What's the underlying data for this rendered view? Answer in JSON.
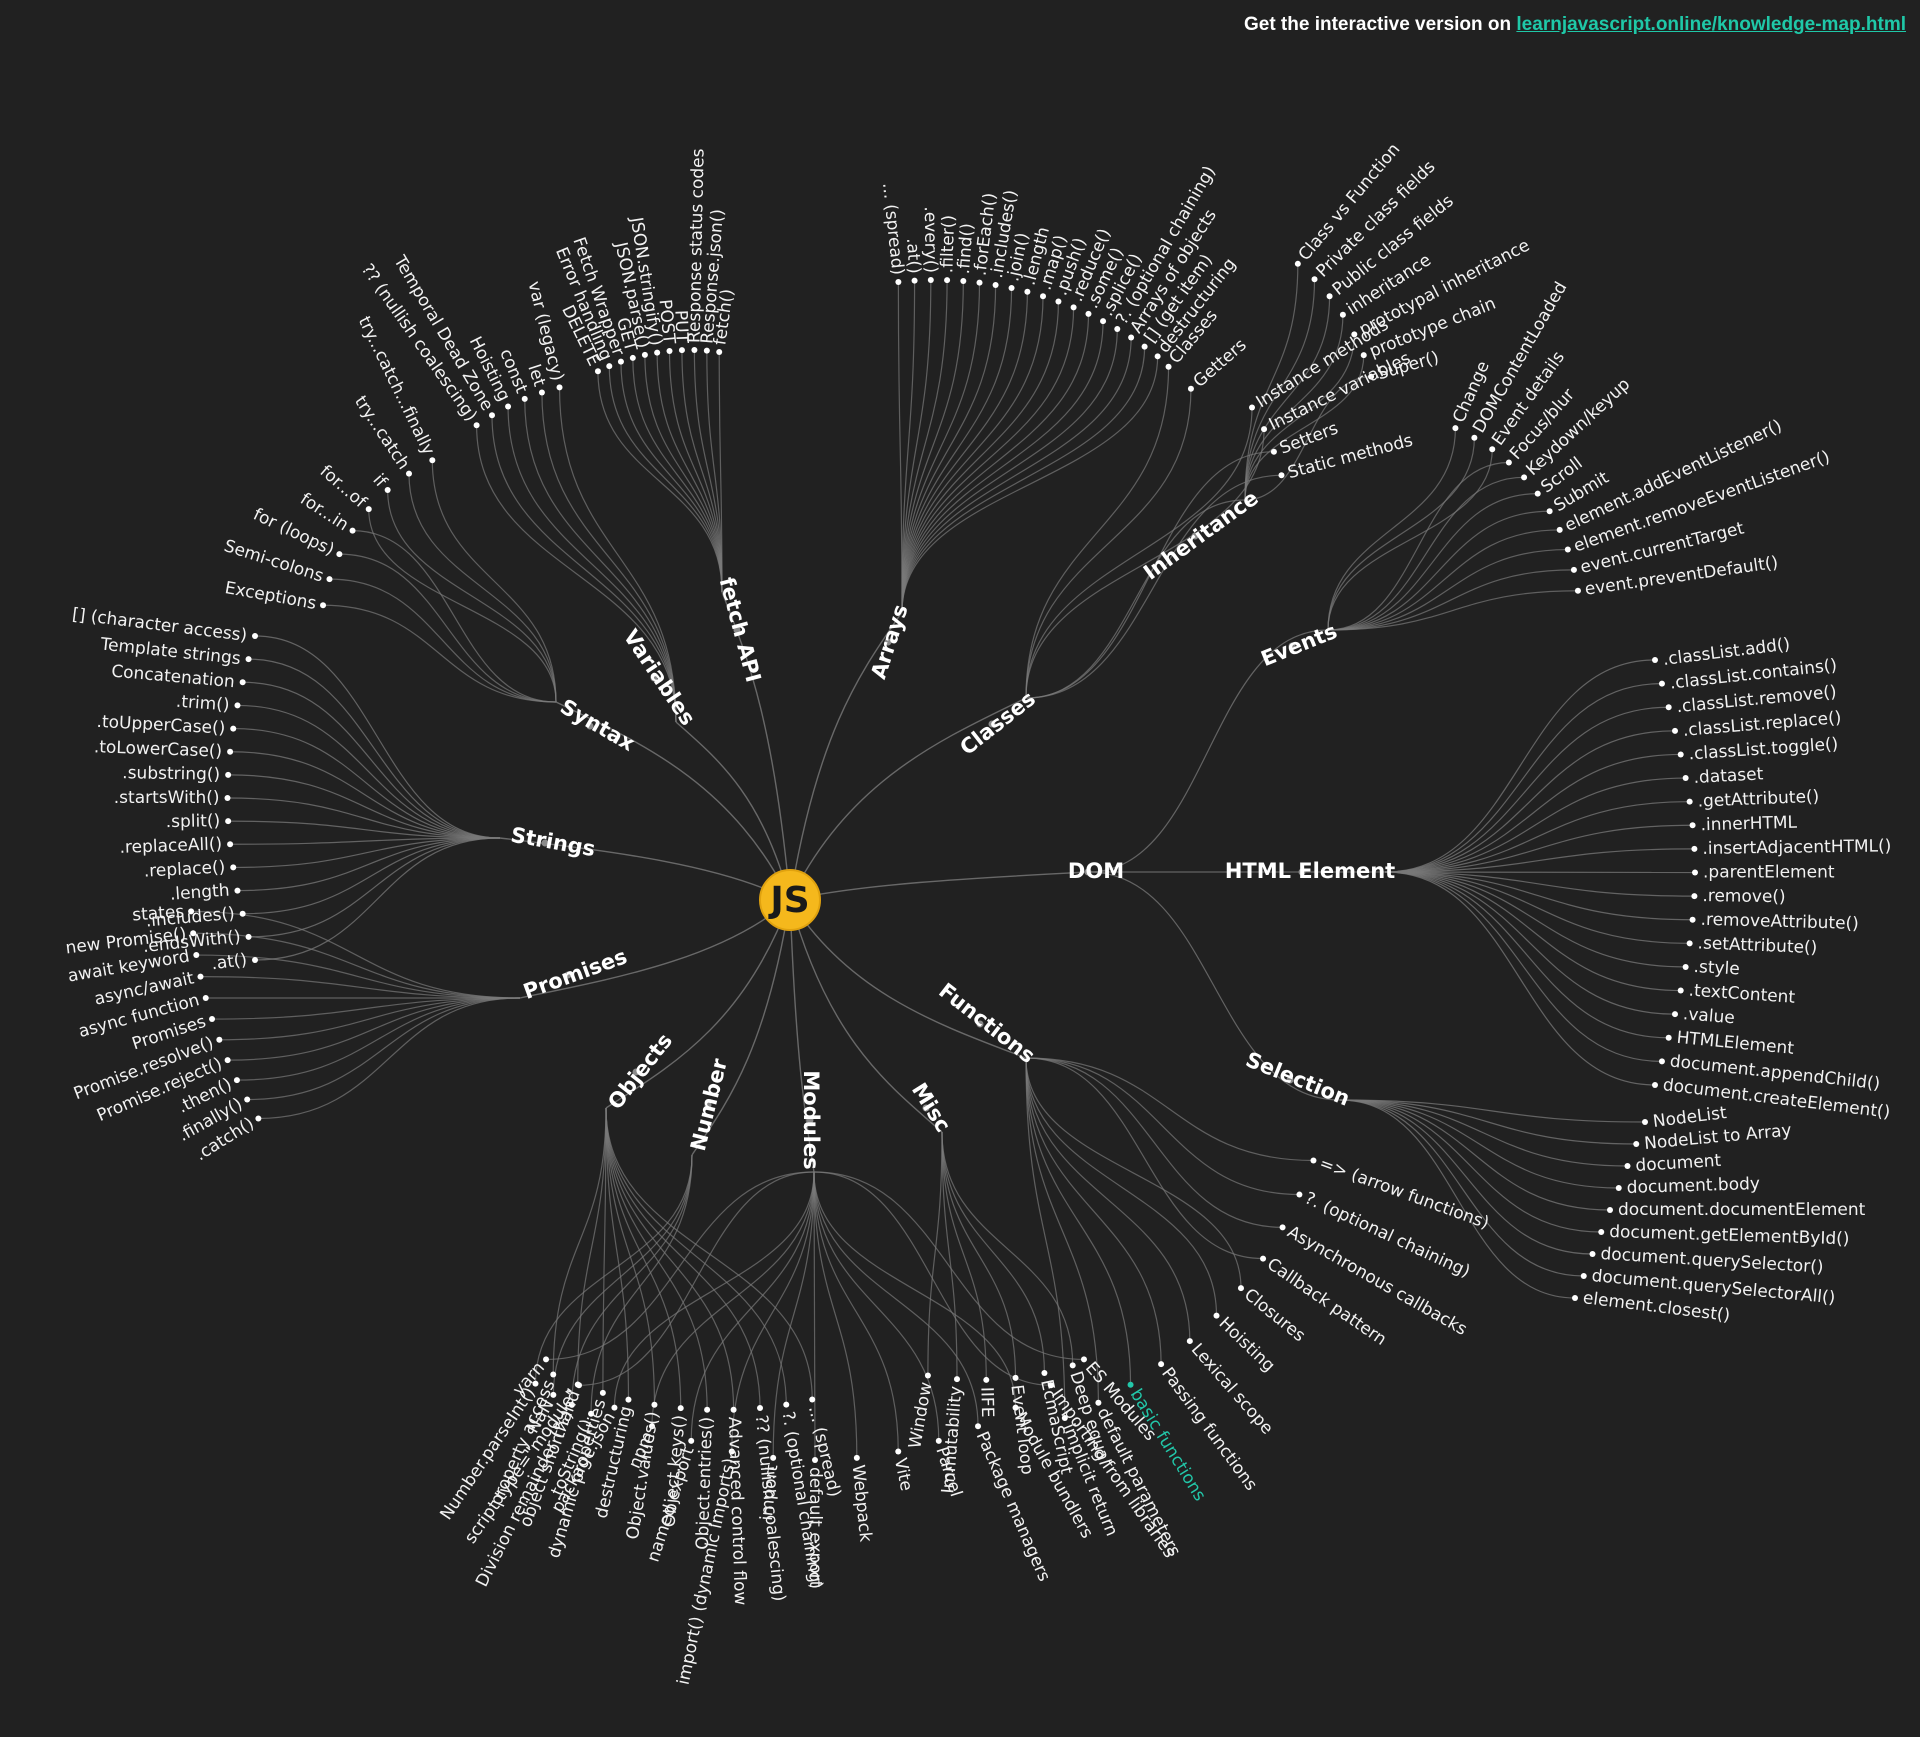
{
  "header": {
    "prefix": "Get the interactive version on ",
    "link_text": "learnjavascript.online/knowledge-map.html"
  },
  "colors": {
    "background": "#212121",
    "root": "#f5b81c",
    "link_stroke": "#7a7a7a",
    "text": "#f2f2f2",
    "highlight": "#22c7a9"
  },
  "root": {
    "label": "JS"
  },
  "categories": [
    {
      "name": "fetch API",
      "items": [
        "fetch()",
        "Response.json()",
        "Response status codes",
        "PUT",
        "POST",
        "JSON.stringify()",
        "JSON.parse()",
        "GET",
        "Fetch Wrapper",
        "Error handling",
        "DELETE"
      ]
    },
    {
      "name": "Arrays",
      "items": [
        "... (spread)",
        ".at()",
        ".every()",
        ".filter()",
        ".find()",
        ".forEach()",
        ".includes()",
        ".join()",
        ".length",
        ".map()",
        ".push()",
        ".reduce()",
        ".some()",
        ".splice()",
        "?. (optional chaining)",
        "Arrays of objects",
        "[] (get item)",
        "destructuring"
      ]
    },
    {
      "name": "Classes",
      "items": [
        "Instance methods",
        "Instance variables",
        "Setters",
        "Static methods"
      ],
      "sub": {
        "name": "Inheritance",
        "items": [
          "Class vs Function",
          "Private class fields",
          "Public class fields",
          "inheritance",
          "prototypal inheritance",
          "prototype chain",
          "Super()"
        ]
      },
      "extra": [
        "Classes",
        "Getters"
      ]
    },
    {
      "name": "DOM",
      "children": [
        {
          "name": "Events",
          "items": [
            "Change",
            "DOMContentLoaded",
            "Event details",
            "Focus/blur",
            "Keydown/keyup",
            "Scroll",
            "Submit",
            "element.addEventListener()",
            "element.removeEventListener()",
            "event.currentTarget",
            "event.preventDefault()"
          ]
        },
        {
          "name": "HTML Element",
          "items": [
            ".classList.add()",
            ".classList.contains()",
            ".classList.remove()",
            ".classList.replace()",
            ".classList.toggle()",
            ".dataset",
            ".getAttribute()",
            ".innerHTML",
            ".insertAdjacentHTML()",
            ".parentElement",
            ".remove()",
            ".removeAttribute()",
            ".setAttribute()",
            ".style",
            ".textContent",
            ".value",
            "HTMLElement",
            "document.appendChild()",
            "document.createElement()"
          ]
        },
        {
          "name": "Selection",
          "items": [
            "NodeList",
            "NodeList to Array",
            "document",
            "document.body",
            "document.documentElement",
            "document.getElementById()",
            "document.querySelector()",
            "document.querySelectorAll()",
            "element.closest()"
          ]
        }
      ]
    },
    {
      "name": "Functions",
      "items": [
        "=> (arrow functions)",
        "?. (optional chaining)",
        "Asynchronous callbacks",
        "Callback pattern",
        "Closures",
        "Hoisting",
        "Lexical scope",
        "Passing functions",
        "basic functions",
        "default parameters",
        "implicit return"
      ],
      "highlight": "basic functions"
    },
    {
      "name": "Misc",
      "items": [
        "Deep equal",
        "EcmaScript",
        "Event loop",
        "IIFE",
        "Immutability",
        "Window"
      ]
    },
    {
      "name": "Modules",
      "items": [
        "ES Modules",
        "Importing from libraries",
        "Module bundlers",
        "Package managers",
        "Parcel",
        "Vite",
        "Webpack",
        "default export",
        "import",
        "import() (dynamic imports)",
        "named export",
        "npm",
        "package.json",
        "script type=\"module\"",
        "yarn"
      ]
    },
    {
      "name": "Number",
      "items": [
        ".toString()",
        "Division remainder (%)",
        "NaN",
        "Number.parseInt()"
      ]
    },
    {
      "name": "Objects",
      "items": [
        "... (spread)",
        "?. (optional chaining)",
        "?? (nullish coalescing)",
        "Advanced control flow",
        "Object.entries()",
        "Object.keys()",
        "Object.values()",
        "destructuring",
        "dynamic properties",
        "object shorthand",
        "property access"
      ]
    },
    {
      "name": "Promises",
      "items": [
        "states",
        "new Promise()",
        "await keyword",
        "async/await",
        "async function",
        "Promises",
        "Promise.resolve()",
        "Promise.reject()",
        ".then()",
        ".finally()",
        ".catch()"
      ]
    },
    {
      "name": "Strings",
      "items": [
        "[] (character access)",
        "Template strings",
        "Concatenation",
        ".trim()",
        ".toUpperCase()",
        ".toLowerCase()",
        ".substring()",
        ".startsWith()",
        ".split()",
        ".replaceAll()",
        ".replace()",
        ".length",
        ".includes()",
        ".endsWith()",
        ".at()"
      ]
    },
    {
      "name": "Syntax",
      "items": [
        "try...catch...finally",
        "try...catch",
        "if",
        "for...of",
        "for...in",
        "for (loops)",
        "Semi-colons",
        "Exceptions"
      ]
    },
    {
      "name": "Variables",
      "items": [
        "?? (nullish coalescing)",
        "Temporal Dead Zone",
        "Hoisting",
        "const",
        "let",
        "var (legacy)"
      ]
    }
  ]
}
